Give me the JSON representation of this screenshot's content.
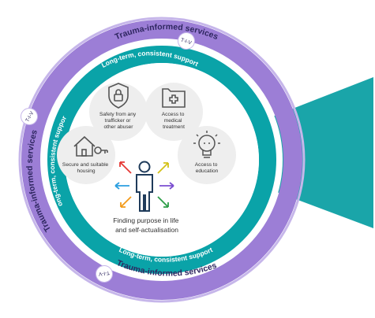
{
  "outer_ring": {
    "label_top": "Trauma-informed services",
    "label_left": "Trauma-informed services",
    "label_bottom": "Trauma-informed services",
    "badge_text": "T-I-V",
    "color": "#9c7ed6",
    "border_color": "#c6b6ea"
  },
  "inner_ring": {
    "label_top": "Long-term, consistent support",
    "label_left": "Long-term, consistent support",
    "label_bottom": "Long-term, consistent support",
    "color": "#0aa3a8"
  },
  "needs": [
    {
      "id": "safety",
      "lines": [
        "Safety from any",
        "trafficker or",
        "other abuser"
      ],
      "icon": "shield-lock-icon"
    },
    {
      "id": "medical",
      "lines": [
        "Access to",
        "medical",
        "treatment"
      ],
      "icon": "medical-folder-icon"
    },
    {
      "id": "housing",
      "lines": [
        "Secure and suitable",
        "housing"
      ],
      "icon": "house-key-icon"
    },
    {
      "id": "education",
      "lines": [
        "Access to",
        "education"
      ],
      "icon": "lightbulb-icon"
    }
  ],
  "center": {
    "lines": [
      "Finding purpose in life",
      "and self-actualisation"
    ],
    "icon": "person-icon"
  },
  "arrow_colors": [
    "#e53935",
    "#d4c21a",
    "#2b9fe0",
    "#7b4fd0",
    "#f29a1a",
    "#2e9e48"
  ],
  "funnel_color": "#1aa5a9"
}
